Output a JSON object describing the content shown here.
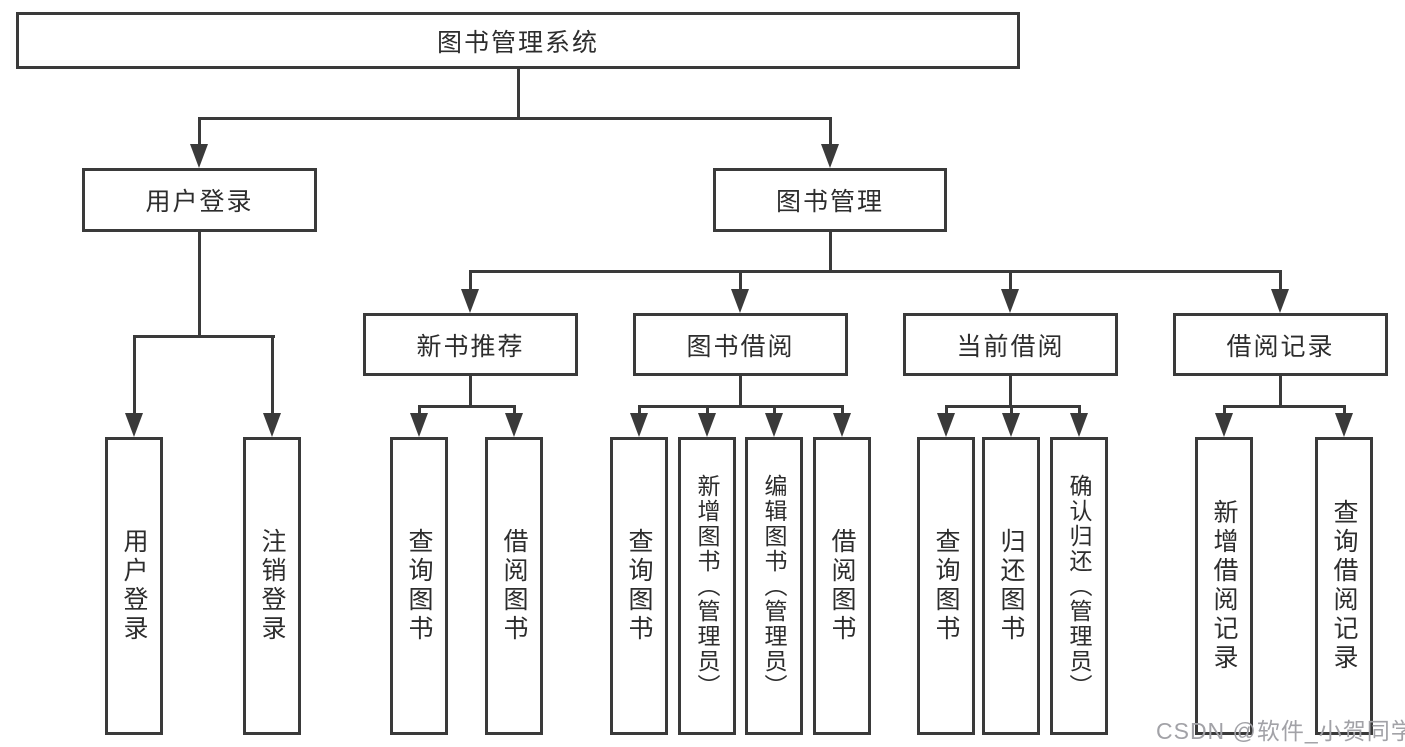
{
  "diagram": {
    "nodes": {
      "root": "图书管理系统",
      "user_login": "用户登录",
      "book_management": "图书管理",
      "new_book_recommend": "新书推荐",
      "book_borrowing": "图书借阅",
      "current_borrowing": "当前借阅",
      "borrowing_records": "借阅记录",
      "leaf_user_login": "用户登录",
      "leaf_logout": "注销登录",
      "leaf_query_books_a": "查询图书",
      "leaf_borrow_books_a": "借阅图书",
      "leaf_query_books_b": "查询图书",
      "leaf_add_books_admin": "新增图书（管理员）",
      "leaf_edit_books_admin": "编辑图书（管理员）",
      "leaf_borrow_books_b": "借阅图书",
      "leaf_query_books_c": "查询图书",
      "leaf_return_books": "归还图书",
      "leaf_confirm_return_admin": "确认归还（管理员）",
      "leaf_add_borrow_record": "新增借阅记录",
      "leaf_query_borrow_record": "查询借阅记录"
    },
    "watermark": "CSDN @软件_小贺同学",
    "colors": {
      "line": "#3a3a3a",
      "text": "#2d2d2d",
      "watermark": "#a2a2a7",
      "background": "#ffffff"
    }
  }
}
